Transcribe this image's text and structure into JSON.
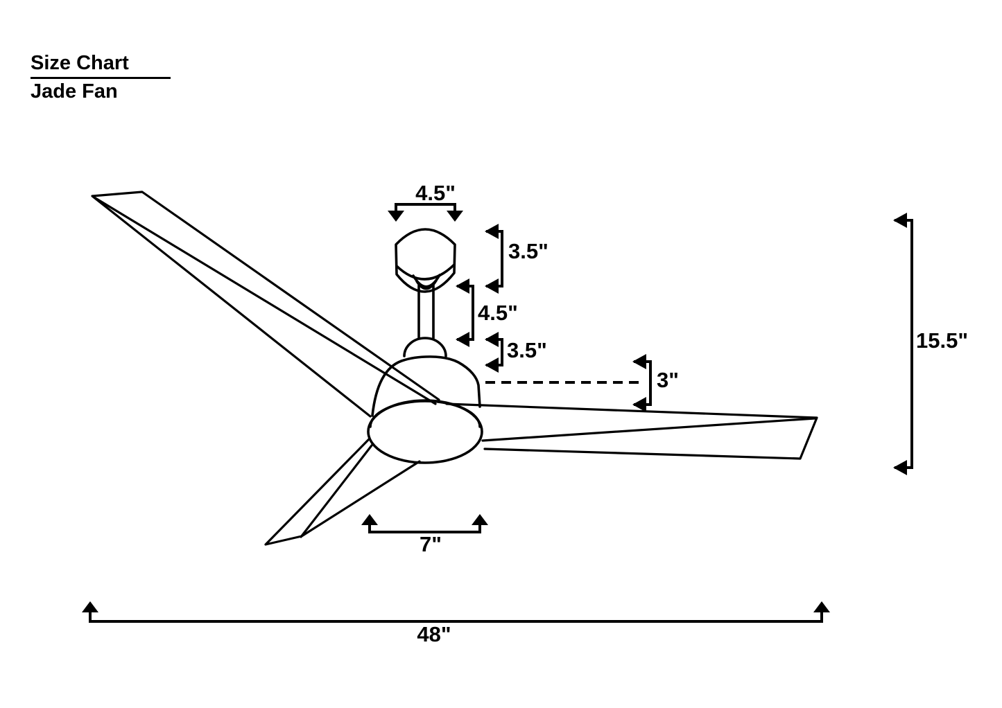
{
  "page": {
    "background": "#ffffff",
    "line_color": "#000000"
  },
  "title": {
    "heading": "Size Chart",
    "subheading": "Jade Fan"
  },
  "diagram": {
    "subject": "ceiling-fan-dimension-drawing",
    "dimensions": {
      "canopy_width": "4.5\"",
      "canopy_height": "3.5\"",
      "downrod_length": "4.5\"",
      "motor_housing_height": "3.5\"",
      "blade_to_motor_offset": "3\"",
      "overall_height": "15.5\"",
      "bottom_housing_width": "7\"",
      "blade_span": "48\""
    }
  }
}
